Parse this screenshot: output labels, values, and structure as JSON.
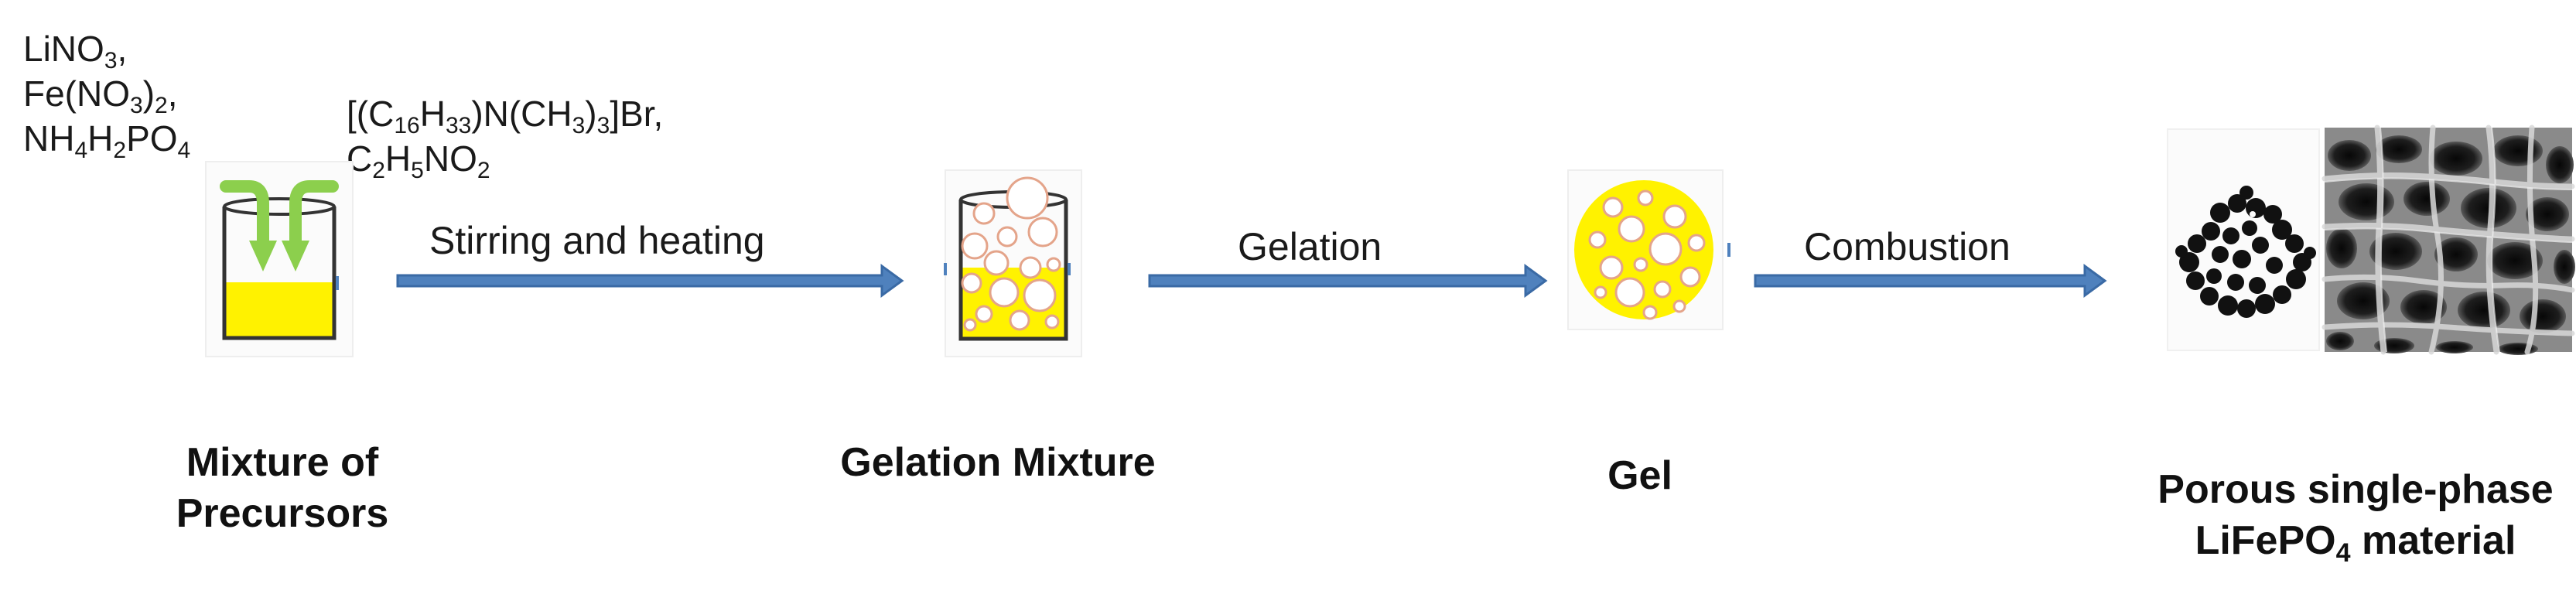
{
  "reagents_left": {
    "line1": {
      "a": "LiNO",
      "s1": "3",
      "b": ","
    },
    "line2": {
      "a": "Fe(NO",
      "s1": "3",
      "b": ")",
      "s2": "2",
      "c": ","
    },
    "line3": {
      "a": "NH",
      "s1": "4",
      "b": "H",
      "s2": "2",
      "c": "PO",
      "s3": "4"
    }
  },
  "reagents_right": {
    "line1": {
      "a": "[(C",
      "s1": "16",
      "b": "H",
      "s2": "33",
      "c": ")N(CH",
      "s3": "3",
      "d": ")",
      "s4": "3",
      "e": "]Br,"
    },
    "line2": {
      "a": "C",
      "s1": "2",
      "b": "H",
      "s2": "5",
      "c": "NO",
      "s3": "2"
    }
  },
  "steps": {
    "stirring": "Stirring and heating",
    "gelation": "Gelation",
    "combustion": "Combustion"
  },
  "captions": {
    "mixture_line1": "Mixture of",
    "mixture_line2": "Precursors",
    "gelation_mixture": "Gelation Mixture",
    "gel": "Gel",
    "product_line1": "Porous single-phase",
    "product_line2": {
      "a": "LiFePO",
      "s1": "4",
      "b": " material"
    }
  },
  "colors": {
    "arrow_fill": "#4f81bd",
    "arrow_stroke": "#3a6aa5",
    "liquid": "#fff200",
    "green_arrow": "#8ccf4d",
    "bubble_stroke": "#e4a48a"
  }
}
